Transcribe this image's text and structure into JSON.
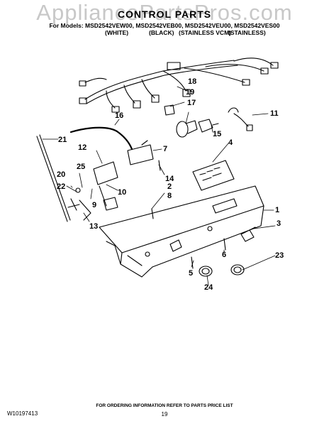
{
  "watermark": "AppliancePartsPros.com",
  "header": {
    "title": "CONTROL PARTS",
    "models": "For Models: MSD2542VEW00, MSD2542VEB00, MSD2542VEU00, MSD2542VES00",
    "variants": [
      "(WHITE)",
      "(BLACK)",
      "(STAINLESS VCM)",
      "(STAINLESS)"
    ]
  },
  "callouts": [
    "1",
    "2",
    "3",
    "4",
    "5",
    "6",
    "7",
    "8",
    "9",
    "10",
    "11",
    "12",
    "13",
    "14",
    "15",
    "16",
    "17",
    "18",
    "19",
    "20",
    "21",
    "22",
    "23",
    "24",
    "25"
  ],
  "footer": {
    "note": "FOR ORDERING INFORMATION REFER TO PARTS PRICE LIST",
    "doc_number": "W10197413",
    "page_number": "19"
  }
}
